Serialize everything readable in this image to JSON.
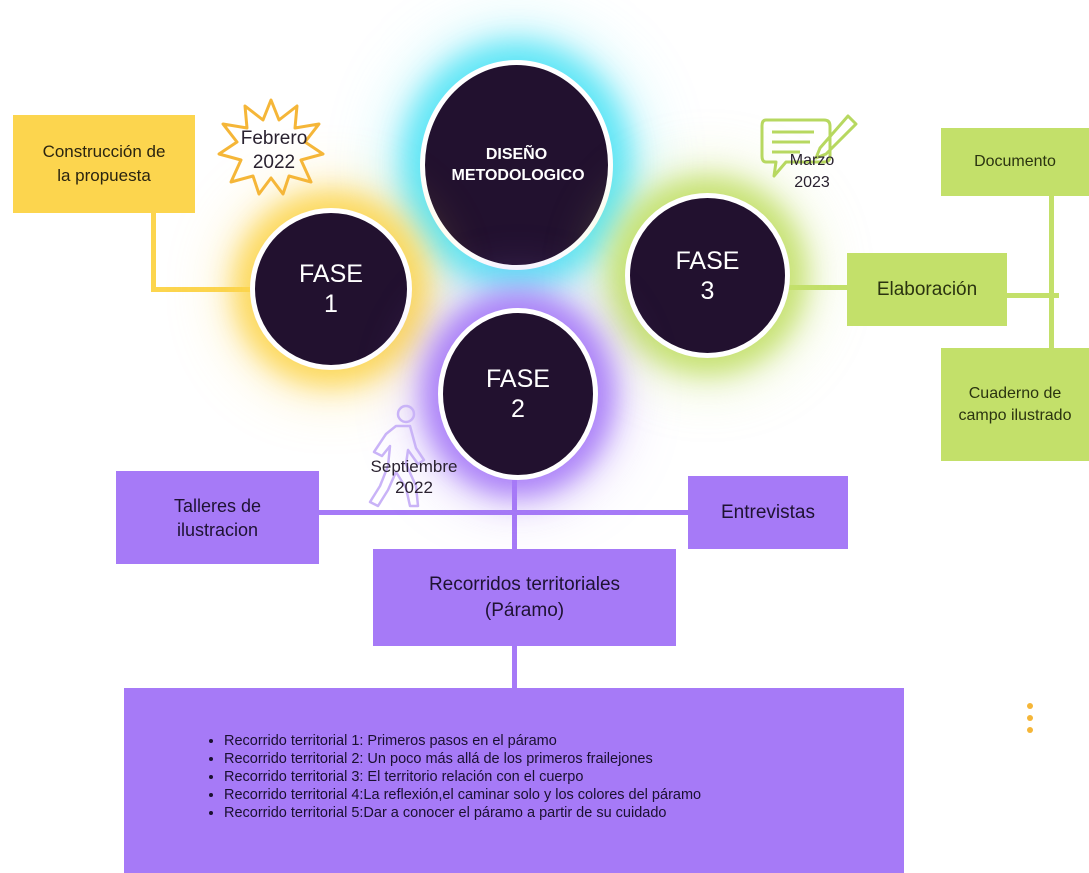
{
  "center": {
    "label": "DISEÑO METODOLOGICO"
  },
  "phases": {
    "fase1": {
      "label": "FASE 1",
      "date": "Febrero 2022",
      "box": "Construcción de la propuesta"
    },
    "fase2": {
      "label": "FASE 2",
      "date": "Septiembre 2022",
      "talleres": "Talleres de ilustracion",
      "entrevistas": "Entrevistas",
      "recorridos": "Recorridos territoriales (Páramo)",
      "recorridos_list": [
        "Recorrido territorial 1: Primeros pasos en el páramo",
        "Recorrido territorial 2: Un poco más allá de los primeros frailejones",
        "Recorrido territorial 3: El territorio relación con el cuerpo",
        "Recorrido territorial 4:La reflexión,el caminar solo y los colores del páramo",
        "Recorrido territorial 5:Dar a conocer el páramo a partir de su cuidado"
      ]
    },
    "fase3": {
      "label": "FASE 3",
      "date": "Marzo 2023",
      "elaboracion": "Elaboración",
      "documento": "Documento",
      "cuaderno": "Cuaderno de campo ilustrado"
    }
  },
  "colors": {
    "yellow": "#fcd54e",
    "green": "#c3e06a",
    "purple": "#a67af7",
    "circle": "#22112f",
    "cyan_glow": "#4de3f5"
  },
  "icons": [
    "starburst-icon",
    "chat-pencil-icon",
    "walking-person-icon",
    "vertical-dots-icon"
  ]
}
